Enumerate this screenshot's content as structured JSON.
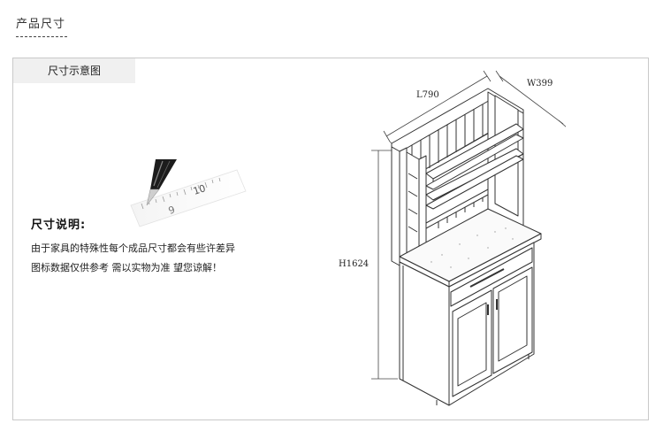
{
  "header": {
    "title": "产品尺寸"
  },
  "section": {
    "tab_label": "尺寸示意图"
  },
  "explanation": {
    "title": "尺寸说明:",
    "line1": "由于家具的特殊性每个成品尺寸都会有些许差异",
    "line2": "图标数据仅供参考 需以实物为准  望您谅解！"
  },
  "ruler": {
    "tick_labels": [
      "9",
      "10"
    ]
  },
  "dimensions": {
    "length": "L790",
    "width": "W399",
    "height": "H1624"
  },
  "icons": [
    "pen-knife-icon",
    "ruler-icon"
  ]
}
